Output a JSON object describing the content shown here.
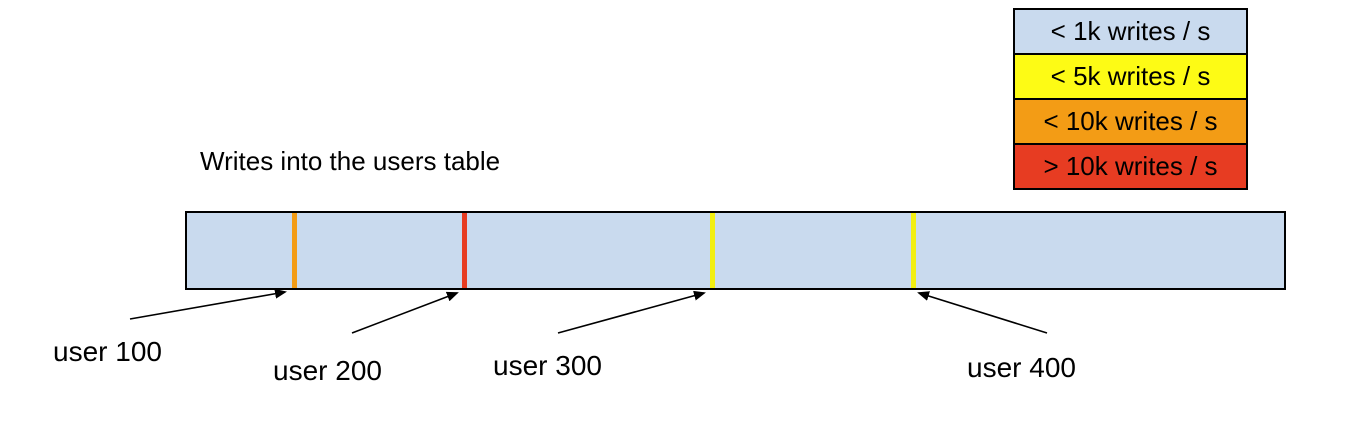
{
  "title": "Writes into the users table",
  "legend": {
    "items": [
      {
        "label": "< 1k writes / s",
        "color": "#c9daee"
      },
      {
        "label": "< 5k writes / s",
        "color": "#fdfb15"
      },
      {
        "label": "< 10k writes / s",
        "color": "#f39c15"
      },
      {
        "label": "> 10k writes / s",
        "color": "#e73c22"
      }
    ]
  },
  "bar": {
    "fill": "#c9daee",
    "border_color": "#000000",
    "ticks": [
      {
        "user": "user 100",
        "rate_band": "< 10k writes / s",
        "color": "#f39c15"
      },
      {
        "user": "user 200",
        "rate_band": "> 10k writes / s",
        "color": "#e73c22"
      },
      {
        "user": "user 300",
        "rate_band": "< 5k writes / s",
        "color": "#f2ef12"
      },
      {
        "user": "user 400",
        "rate_band": "< 5k writes / s",
        "color": "#f2ef12"
      }
    ]
  }
}
